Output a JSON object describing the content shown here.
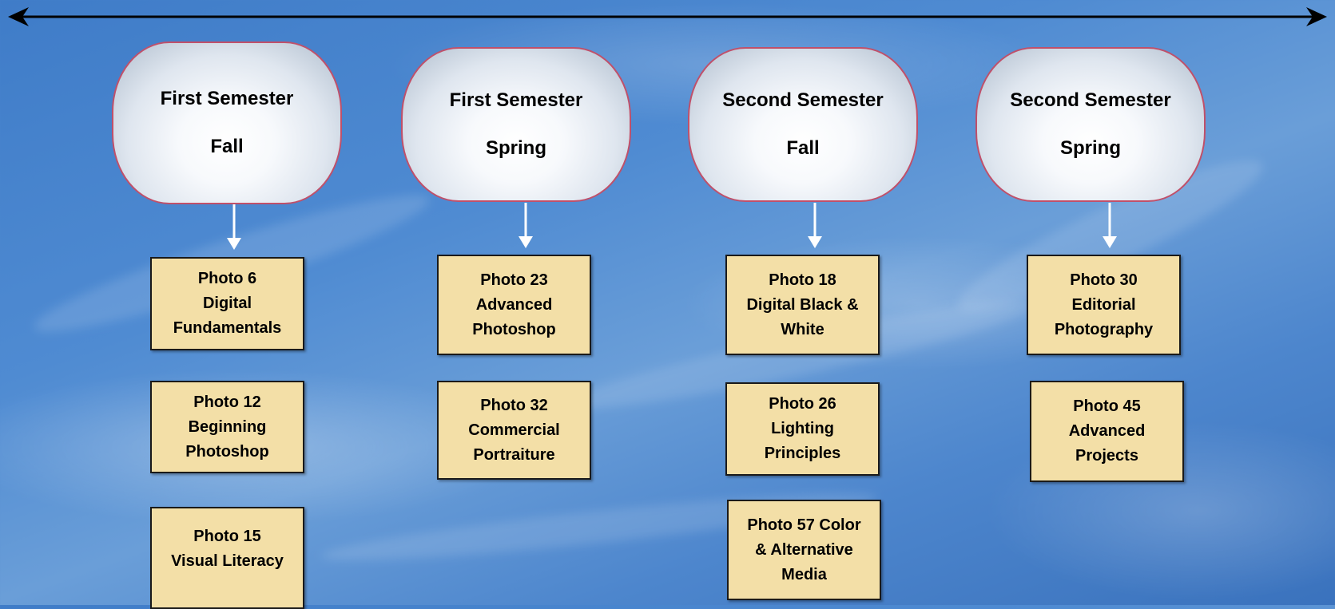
{
  "semesters": [
    {
      "line1": "First Semester",
      "line2": "Fall"
    },
    {
      "line1": "First Semester",
      "line2": "Spring"
    },
    {
      "line1": "Second Semester",
      "line2": "Fall"
    },
    {
      "line1": "Second Semester",
      "line2": "Spring"
    }
  ],
  "courses": {
    "col1": [
      {
        "l1": "Photo 6",
        "l2": "Digital",
        "l3": "Fundamentals"
      },
      {
        "l1": "Photo 12",
        "l2": "Beginning",
        "l3": "Photoshop"
      },
      {
        "l1": "Photo 15",
        "l2": "Visual Literacy",
        "l3": ""
      }
    ],
    "col2": [
      {
        "l1": "Photo 23",
        "l2": "Advanced",
        "l3": "Photoshop"
      },
      {
        "l1": "Photo 32",
        "l2": "Commercial",
        "l3": "Portraiture"
      }
    ],
    "col3": [
      {
        "l1": "Photo 18",
        "l2": "Digital Black &",
        "l3": "White"
      },
      {
        "l1": "Photo 26",
        "l2": "Lighting",
        "l3": "Principles"
      },
      {
        "l1": "Photo 57 Color",
        "l2": "& Alternative",
        "l3": "Media"
      }
    ],
    "col4": [
      {
        "l1": "Photo 30",
        "l2": "Editorial",
        "l3": "Photography"
      },
      {
        "l1": "Photo 45",
        "l2": "Advanced",
        "l3": "Projects"
      }
    ]
  },
  "colors": {
    "sky": "#4f8bd2",
    "course_fill": "#f3dfa7",
    "semester_border": "#c0506a",
    "timeline": "#000000",
    "connector": "#ffffff"
  }
}
